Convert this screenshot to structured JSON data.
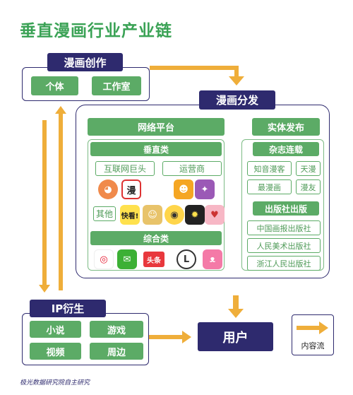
{
  "title": "垂直漫画行业产业链",
  "creation": {
    "label": "漫画创作",
    "items": [
      "个体",
      "工作室"
    ]
  },
  "distribution": {
    "label": "漫画分发",
    "online": {
      "label": "网络平台",
      "vertical": {
        "label": "垂直类",
        "internet": "互联网巨头",
        "operator": "运营商",
        "other": "其他"
      },
      "general": {
        "label": "综合类"
      }
    },
    "physical": {
      "label": "实体发布",
      "magazine": {
        "label": "杂志连载",
        "items": [
          "知音漫客",
          "天漫",
          "最漫画",
          "漫友"
        ]
      },
      "press": {
        "label": "出版社出版",
        "items": [
          "中国画报出版社",
          "人民美术出版社",
          "浙江人民出版社"
        ]
      }
    }
  },
  "ip": {
    "label": "IP衍生",
    "items": [
      "小说",
      "游戏",
      "视频",
      "周边"
    ]
  },
  "user": {
    "label": "用户"
  },
  "legend": {
    "label": "内容流"
  },
  "app_icons": {
    "manhua": "漫",
    "kuaikan": "快看!",
    "toutiao": "头条"
  },
  "footer": "极光数据研究院自主研究"
}
